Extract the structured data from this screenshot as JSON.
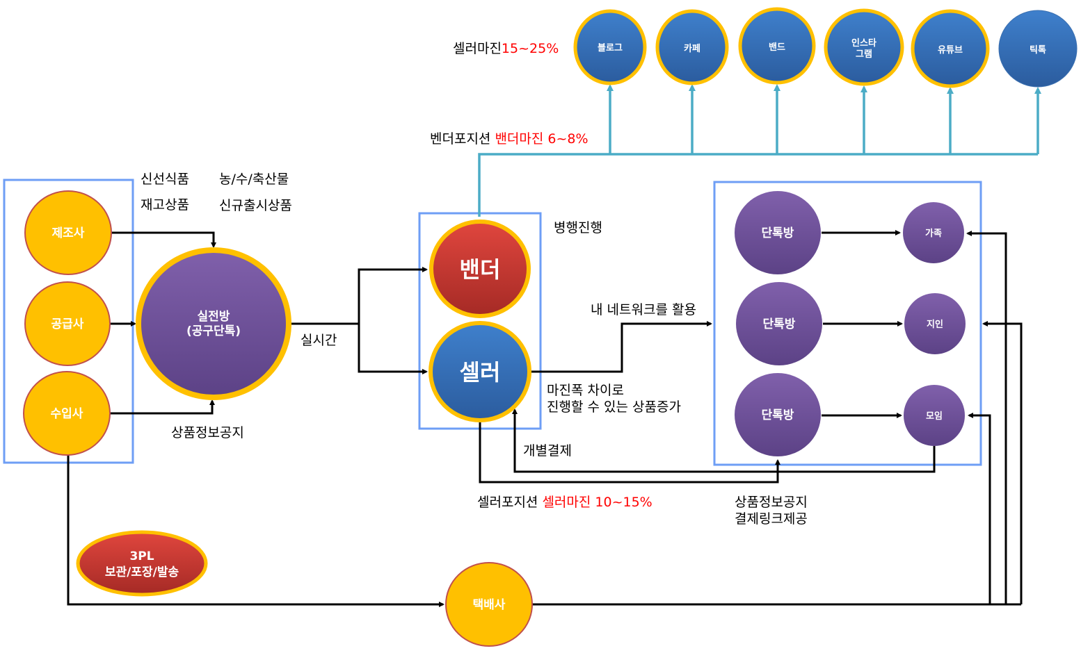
{
  "colors": {
    "yellow": "#ffc000",
    "purple": "#6f4f9a",
    "blue": "#2e6bb8",
    "red": "#c0302a",
    "teal": "#4bacc6",
    "box": "#6e9ef5"
  },
  "sources": [
    "제조사",
    "공급사",
    "수입사"
  ],
  "hub": {
    "line1": "실전방",
    "line2": "(공구단톡)"
  },
  "product_types": {
    "a": "신선식품",
    "b": "농/수/축산물",
    "c": "재고상품",
    "d": "신규출시상품"
  },
  "labels": {
    "realtime": "실시간",
    "product_notice": "상품정보공지",
    "parallel": "병행진행",
    "network": "내 네트워크를 활용",
    "margin_diff_1": "마진폭 차이로",
    "margin_diff_2": "진행할 수 있는 상품증가",
    "individual_payment": "개별결제",
    "seller_position": "셀러포지션 ",
    "seller_margin": "셀러마진 10~15%",
    "vendor_position": "벤더포지션 ",
    "vendor_margin": "밴더마진 6~8%",
    "seller_margin_top": "셀러마진",
    "seller_margin_top_value": "15~25%",
    "notice_1": "상품정보공지",
    "notice_2": "결제링크제공"
  },
  "vendor": "밴더",
  "seller": "셀러",
  "channels": [
    {
      "l1": "블로그",
      "l2": ""
    },
    {
      "l1": "카페",
      "l2": ""
    },
    {
      "l1": "밴드",
      "l2": ""
    },
    {
      "l1": "인스타",
      "l2": "그램"
    },
    {
      "l1": "유튜브",
      "l2": ""
    },
    {
      "l1": "틱톡",
      "l2": ""
    }
  ],
  "group_chats": [
    "단톡방",
    "단톡방",
    "단톡방"
  ],
  "audiences": [
    "가족",
    "지인",
    "모임"
  ],
  "logistics": {
    "line1": "3PL",
    "line2": "보관/포장/발송"
  },
  "courier": "택배사"
}
